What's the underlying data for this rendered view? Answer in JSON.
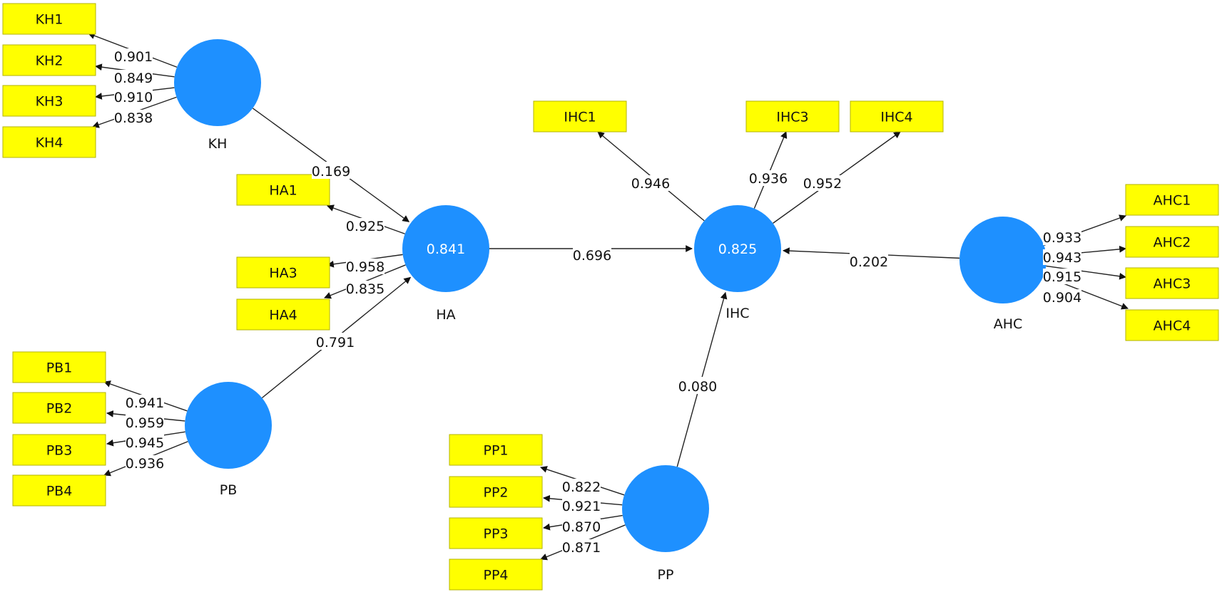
{
  "colors": {
    "construct": "#1e90ff",
    "indicator_fill": "#ffff00",
    "indicator_border": "#b3b300",
    "line": "#222222"
  },
  "constructs": [
    {
      "id": "KH",
      "label": "KH",
      "r2": ""
    },
    {
      "id": "HA",
      "label": "HA",
      "r2": "0.841"
    },
    {
      "id": "PB",
      "label": "PB",
      "r2": ""
    },
    {
      "id": "IHC",
      "label": "IHC",
      "r2": "0.825"
    },
    {
      "id": "AHC",
      "label": "AHC",
      "r2": ""
    },
    {
      "id": "PP",
      "label": "PP",
      "r2": ""
    }
  ],
  "indicators": [
    {
      "id": "KH1",
      "label": "KH1",
      "construct": "KH",
      "loading": "0.901"
    },
    {
      "id": "KH2",
      "label": "KH2",
      "construct": "KH",
      "loading": "0.849"
    },
    {
      "id": "KH3",
      "label": "KH3",
      "construct": "KH",
      "loading": "0.910"
    },
    {
      "id": "KH4",
      "label": "KH4",
      "construct": "KH",
      "loading": "0.838"
    },
    {
      "id": "HA1",
      "label": "HA1",
      "construct": "HA",
      "loading": "0.925"
    },
    {
      "id": "HA3",
      "label": "HA3",
      "construct": "HA",
      "loading": "0.958"
    },
    {
      "id": "HA4",
      "label": "HA4",
      "construct": "HA",
      "loading": "0.835"
    },
    {
      "id": "PB1",
      "label": "PB1",
      "construct": "PB",
      "loading": "0.941"
    },
    {
      "id": "PB2",
      "label": "PB2",
      "construct": "PB",
      "loading": "0.959"
    },
    {
      "id": "PB3",
      "label": "PB3",
      "construct": "PB",
      "loading": "0.945"
    },
    {
      "id": "PB4",
      "label": "PB4",
      "construct": "PB",
      "loading": "0.936"
    },
    {
      "id": "IHC1",
      "label": "IHC1",
      "construct": "IHC",
      "loading": "0.946"
    },
    {
      "id": "IHC3",
      "label": "IHC3",
      "construct": "IHC",
      "loading": "0.936"
    },
    {
      "id": "IHC4",
      "label": "IHC4",
      "construct": "IHC",
      "loading": "0.952"
    },
    {
      "id": "AHC1",
      "label": "AHC1",
      "construct": "AHC",
      "loading": "0.933"
    },
    {
      "id": "AHC2",
      "label": "AHC2",
      "construct": "AHC",
      "loading": "0.943"
    },
    {
      "id": "AHC3",
      "label": "AHC3",
      "construct": "AHC",
      "loading": "0.915"
    },
    {
      "id": "AHC4",
      "label": "AHC4",
      "construct": "AHC",
      "loading": "0.904"
    },
    {
      "id": "PP1",
      "label": "PP1",
      "construct": "PP",
      "loading": "0.822"
    },
    {
      "id": "PP2",
      "label": "PP2",
      "construct": "PP",
      "loading": "0.921"
    },
    {
      "id": "PP3",
      "label": "PP3",
      "construct": "PP",
      "loading": "0.870"
    },
    {
      "id": "PP4",
      "label": "PP4",
      "construct": "PP",
      "loading": "0.871"
    }
  ],
  "paths": [
    {
      "from": "KH",
      "to": "HA",
      "coef": "0.169"
    },
    {
      "from": "PB",
      "to": "HA",
      "coef": "0.791"
    },
    {
      "from": "HA",
      "to": "IHC",
      "coef": "0.696"
    },
    {
      "from": "AHC",
      "to": "IHC",
      "coef": "0.202"
    },
    {
      "from": "PP",
      "to": "IHC",
      "coef": "0.080"
    }
  ]
}
